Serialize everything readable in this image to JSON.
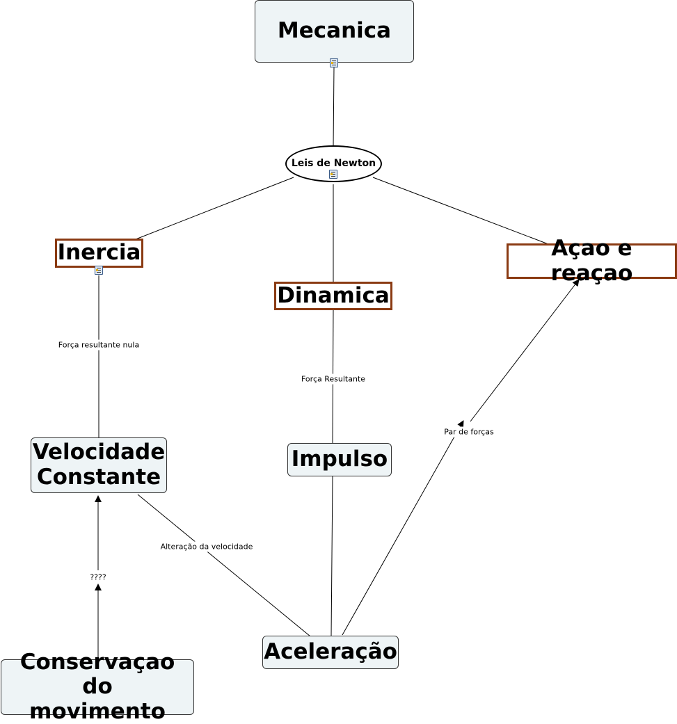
{
  "nodes": {
    "mecanica": "Mecanica",
    "leis_de_newton": "Leis de Newton",
    "inercia": "Inercia",
    "dinamica": "Dinamica",
    "acao_e_reacao": "Açao e reaçao",
    "velocidade_constante_line1": "Velocidade",
    "velocidade_constante_line2": "Constante",
    "impulso": "Impulso",
    "aceleracao": "Aceleração",
    "conservacao_line1": "Conservaçao do",
    "conservacao_line2": "movimento"
  },
  "links": {
    "forca_resultante_nula": "Força resultante nula",
    "forca_resultante": "Força Resultante",
    "par_de_forcas": "Par de forças",
    "alteracao_da_velocidade": "Alteração da velocidade",
    "question_marks": "????"
  },
  "colors": {
    "node_fill": "#eef4f6",
    "highlight_border": "#8a3a12",
    "line": "#000000"
  }
}
